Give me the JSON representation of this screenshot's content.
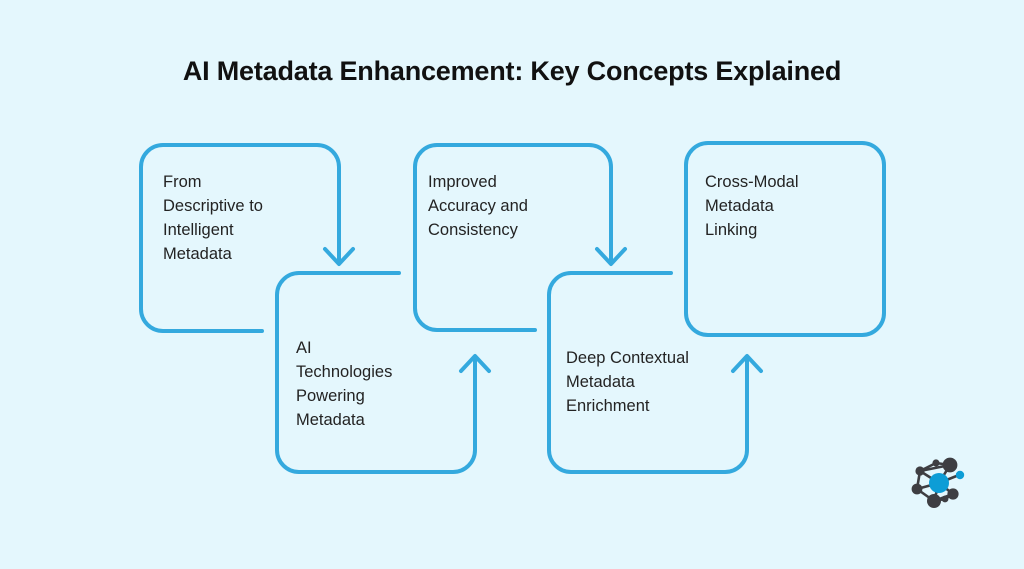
{
  "page": {
    "background_color": "#e4f7fd",
    "title": "AI Metadata Enhancement: Key Concepts Explained",
    "title_color": "#111111"
  },
  "theme": {
    "stroke_color": "#34a9de",
    "stroke_width": 4,
    "text_color": "#232323",
    "logo_node_color": "#3e3e42",
    "logo_accent_color": "#0d9dd6"
  },
  "diagram": {
    "type": "zigzag-flow",
    "node_count": 5,
    "nodes": [
      {
        "id": "node-1",
        "index": 1,
        "label": "From\nDescriptive to\nIntelligent\nMetadata",
        "row": "top",
        "shape": "open-rounded-rect"
      },
      {
        "id": "node-2",
        "index": 2,
        "label": "AI\nTechnologies\nPowering\nMetadata",
        "row": "bottom",
        "shape": "open-rounded-rect"
      },
      {
        "id": "node-3",
        "index": 3,
        "label": "Improved\nAccuracy and\nConsistency",
        "row": "top",
        "shape": "open-rounded-rect"
      },
      {
        "id": "node-4",
        "index": 4,
        "label": "Deep Contextual\nMetadata\nEnrichment",
        "row": "bottom",
        "shape": "open-rounded-rect"
      },
      {
        "id": "node-5",
        "index": 5,
        "label": "Cross-Modal\nMetadata\nLinking",
        "row": "top",
        "shape": "closed-rounded-rect"
      }
    ],
    "connectors": [
      {
        "id": "conn-1-2",
        "from": "node-1",
        "to": "node-2",
        "direction": "down"
      },
      {
        "id": "conn-2-3",
        "from": "node-2",
        "to": "node-3",
        "direction": "up"
      },
      {
        "id": "conn-3-4",
        "from": "node-3",
        "to": "node-4",
        "direction": "down"
      },
      {
        "id": "conn-4-5",
        "from": "node-4",
        "to": "node-5",
        "direction": "up"
      }
    ]
  },
  "logo": {
    "name": "network-graph-logo",
    "alt": "network graph logo"
  }
}
